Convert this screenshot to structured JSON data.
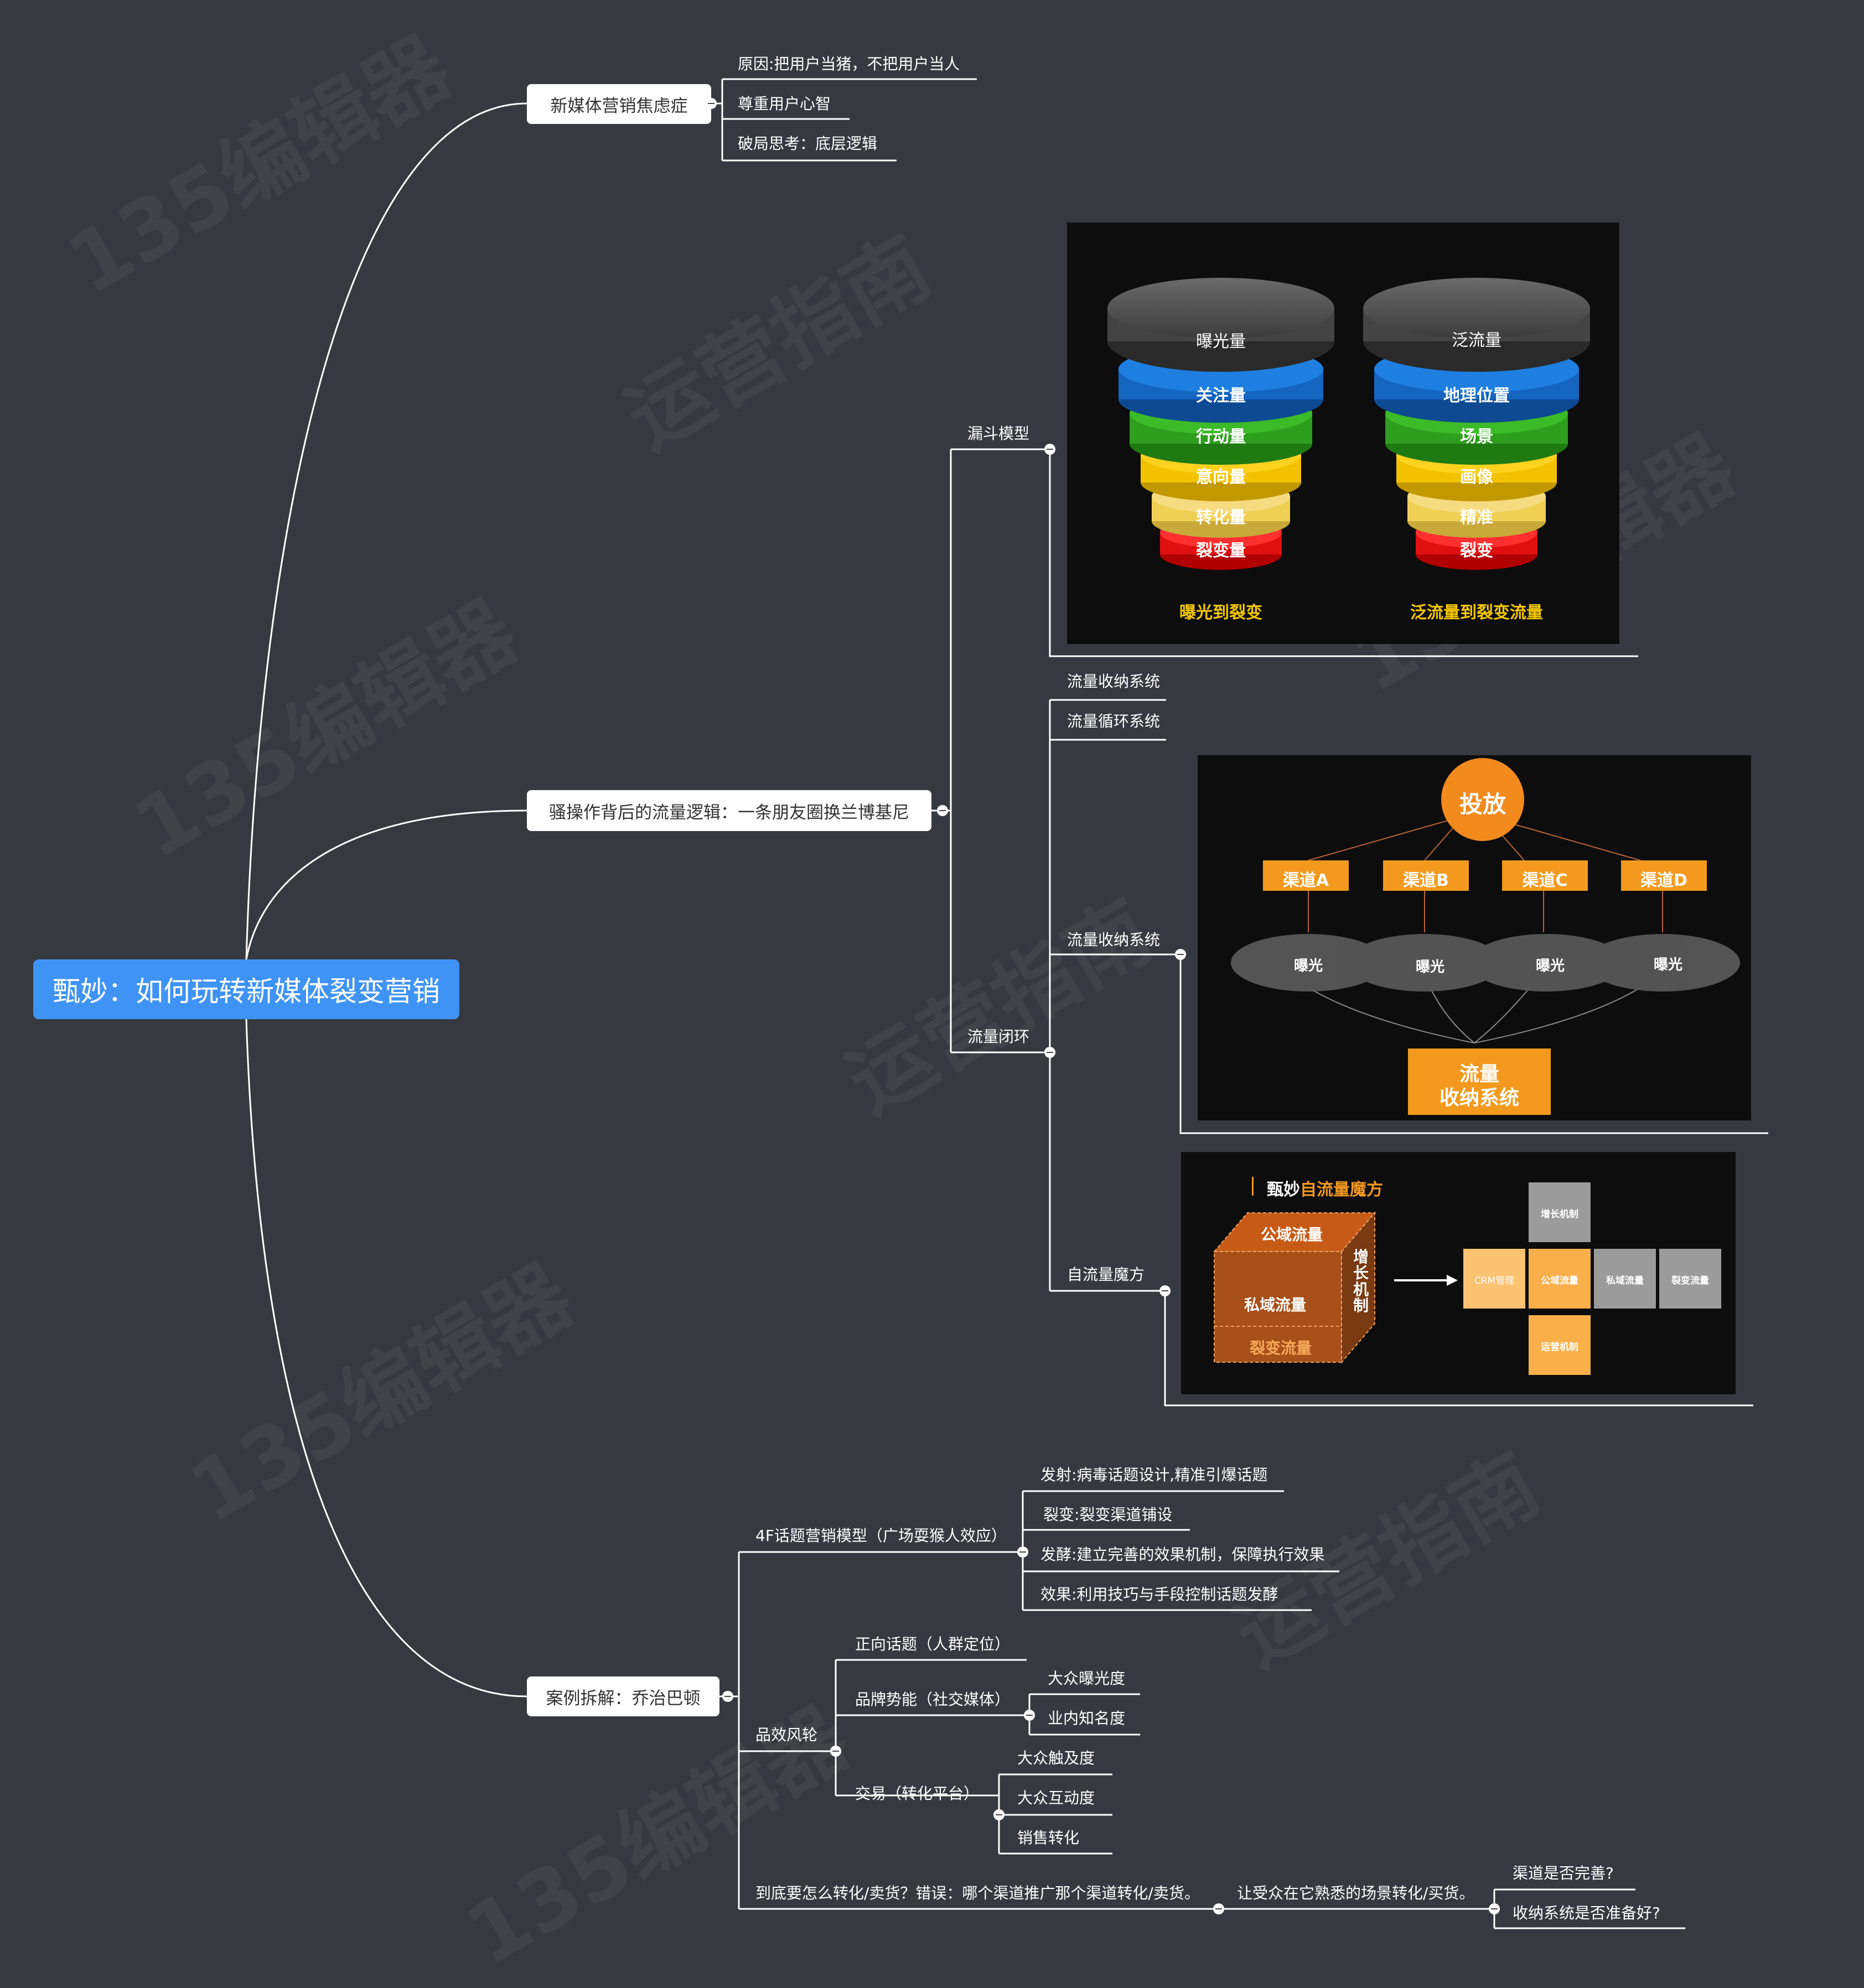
{
  "root": "甄妙：如何玩转新媒体裂变营销",
  "branch1": {
    "title": "新媒体营销焦虑症",
    "items": [
      "原因:把用户当猪，不把用户当人",
      "尊重用户心智",
      "破局思考：底层逻辑"
    ]
  },
  "branch2": {
    "title": "骚操作背后的流量逻辑：一条朋友圈换兰博基尼",
    "funnel_label": "漏斗模型",
    "loop_label": "流量闭环",
    "loop_items": [
      "流量收纳系统",
      "流量循环系统",
      "流量收纳系统",
      "自流量魔方"
    ],
    "funnel_left": {
      "layers": [
        "曝光量",
        "关注量",
        "行动量",
        "意向量",
        "转化量",
        "裂变量"
      ],
      "caption": "曝光到裂变"
    },
    "funnel_right": {
      "layers": [
        "泛流量",
        "地理位置",
        "场景",
        "画像",
        "精准",
        "裂变"
      ],
      "caption": "泛流量到裂变流量"
    },
    "flow": {
      "top": "投放",
      "channels": [
        "渠道A",
        "渠道B",
        "渠道C",
        "渠道D"
      ],
      "exposure": [
        "曝光",
        "曝光",
        "曝光",
        "曝光"
      ],
      "bottom_line1": "流量",
      "bottom_line2": "收纳系统"
    },
    "cube": {
      "title_prefix": "甄妙",
      "title_highlight": "自流量魔方",
      "top_face": "公域流量",
      "front_face": "私域流量",
      "side_face": "增长机制",
      "bottom_face": "裂变流量",
      "net": {
        "top": "增长机制",
        "row": [
          "CRM管理",
          "公域流量",
          "私域流量",
          "裂变流量"
        ],
        "bottom": "运营机制"
      }
    }
  },
  "branch3": {
    "title": "案例拆解：乔治巴顿",
    "model_4f": "4F话题营销模型（广场耍猴人效应）",
    "model_4f_items": [
      "发射:病毒话题设计,精准引爆话题",
      "裂变:裂变渠道铺设",
      "发酵:建立完善的效果机制，保障执行效果",
      "效果:利用技巧与手段控制话题发酵"
    ],
    "wheel": "品效风轮",
    "wheel_items": [
      "正向话题（人群定位）",
      "品牌势能（社交媒体）",
      "交易（转化平台）"
    ],
    "brand_items": [
      "大众曝光度",
      "业内知名度"
    ],
    "trade_items": [
      "大众触及度",
      "大众互动度",
      "销售转化"
    ],
    "convert_q": "到底要怎么转化/卖货？错误：哪个渠道推广那个渠道转化/卖货。",
    "convert_a": "让受众在它熟悉的场景转化/买货。",
    "convert_items": [
      "渠道是否完善?",
      "收纳系统是否准备好?"
    ]
  },
  "watermark": [
    "135编辑器",
    "运营指南"
  ],
  "colors": {
    "background": "#36393f",
    "root": "#3f93f5",
    "accent_orange": "#f39a1e",
    "funnel_blue": "#1565c0",
    "funnel_green": "#2e9e1e",
    "funnel_yellow": "#f2c200",
    "funnel_lightyellow": "#f0cf55",
    "funnel_red": "#e01010"
  }
}
